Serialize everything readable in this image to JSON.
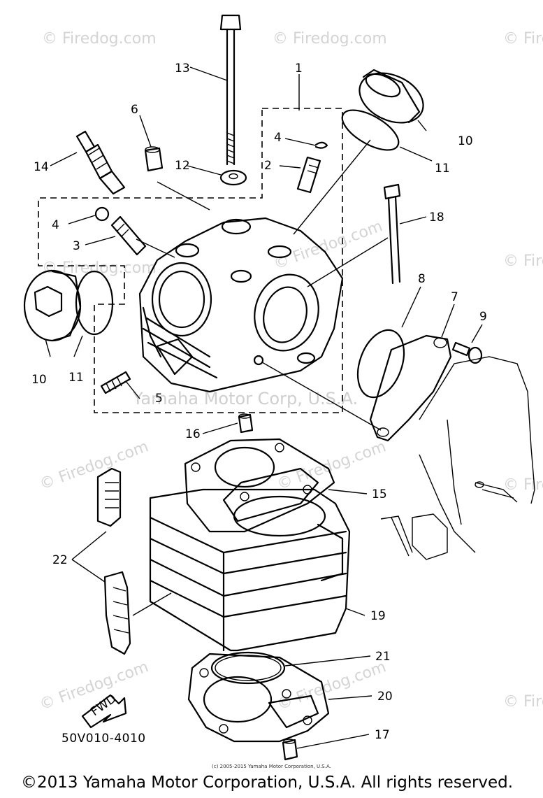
{
  "watermarks": {
    "site": "© Firedog.com",
    "company": "Yamaha Motor Corp, U.S.A."
  },
  "callouts": {
    "c1": "1",
    "c2": "2",
    "c3": "3",
    "c4a": "4",
    "c4b": "4",
    "c5": "5",
    "c6": "6",
    "c7": "7",
    "c8": "8",
    "c9": "9",
    "c10a": "10",
    "c10b": "10",
    "c11a": "11",
    "c11b": "11",
    "c12": "12",
    "c13": "13",
    "c14": "14",
    "c15": "15",
    "c16": "16",
    "c17": "17",
    "c18": "18",
    "c19": "19",
    "c20": "20",
    "c21": "21",
    "c22": "22"
  },
  "fwd_label": "FWD",
  "diagram_code": "50V010-4010",
  "small_credit": "(c) 2005-2015 Yamaha Motor Corporation, U.S.A.",
  "copyright": "©2013 Yamaha Motor Corporation, U.S.A. All rights reserved."
}
